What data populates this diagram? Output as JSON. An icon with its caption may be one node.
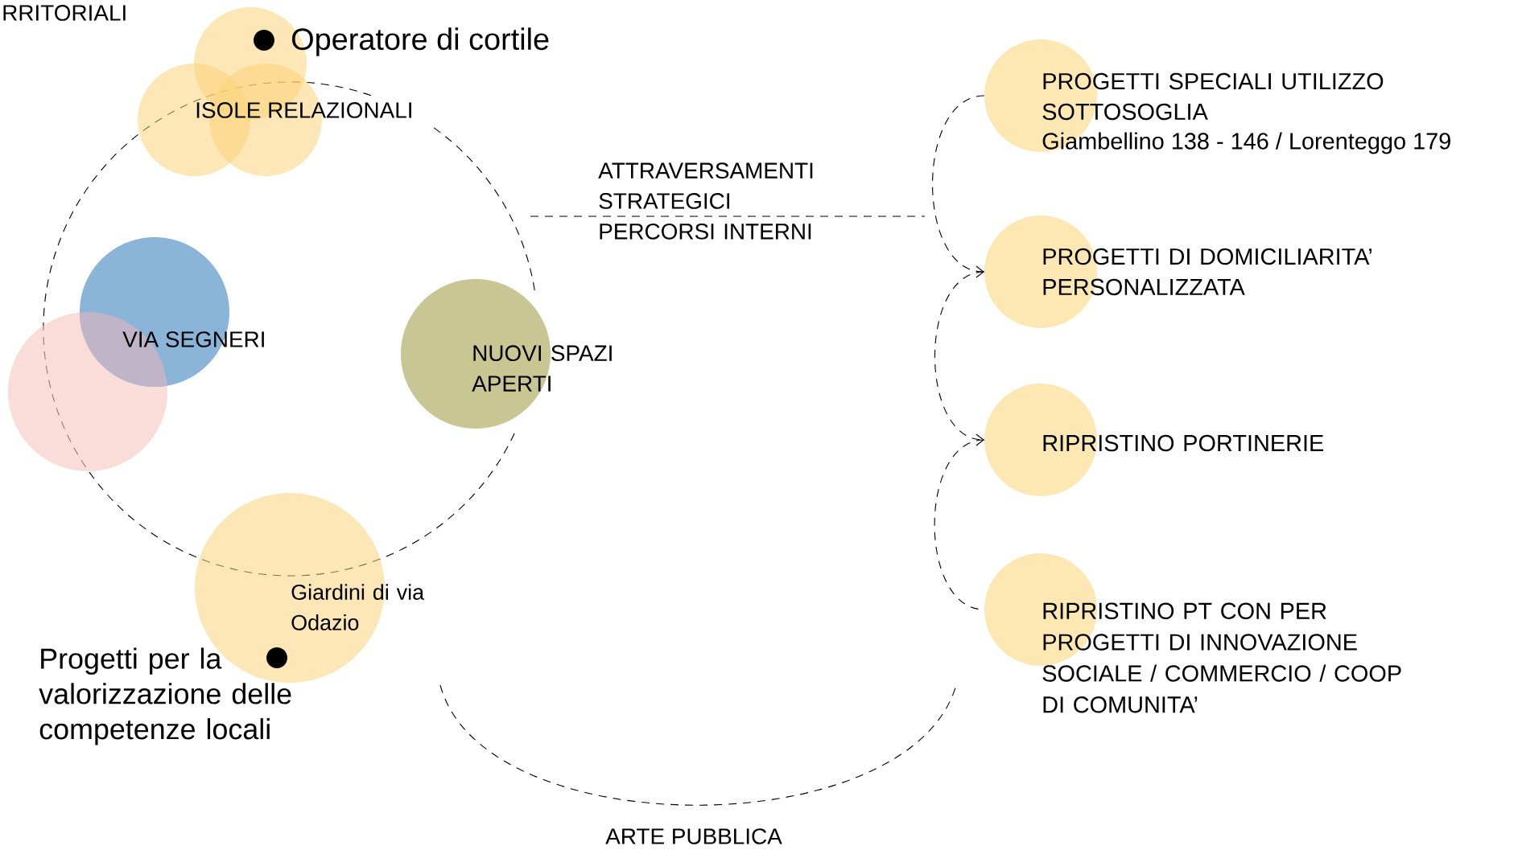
{
  "diagram": {
    "nodes": [
      {
        "text": [],
        "shape": "circle"
      },
      {
        "text": [],
        "shape": "circle"
      },
      {
        "text": [],
        "shape": "circle"
      },
      {
        "text": [
          "VIA SEGNERI"
        ]
      },
      {
        "text": [],
        "shape": "circle"
      },
      {
        "text": [
          "NUOVI SPAZI APERTI"
        ]
      },
      {
        "text": [
          "Giardini di via Odazio"
        ]
      },
      {
        "text": [
          "PROGETTI SPECIALI UTILIZZO SOTTOSOGLIA",
          "Giambellino 138 - 146 / Lorenteggo 179"
        ]
      },
      {
        "text": [
          "PROGETTI DI DOMICILIARITA’ PERSONALIZZATA"
        ]
      },
      {
        "text": [
          "RIPRISTINO PORTINERIE"
        ]
      },
      {
        "text": [
          "RIPRISTINO PT CON PER PROGETTI DI INNOVAZIONE SOCIALE / COMMERCIO / COOP DI COMUNITA’"
        ]
      }
    ],
    "edges": [
      {
        "from": 7,
        "to": 8,
        "arrow": "to"
      },
      {
        "from": 8,
        "to": 9,
        "arrow": "to"
      },
      {
        "from": 9,
        "to": 10,
        "arrow": "none"
      }
    ],
    "labels": [
      "RRITORIALI",
      "Operatore di cortile",
      "ISOLE RELAZIONALI",
      "ATTRAVERSAMENTI STRATEGICI PERCORSI INTERNI",
      "Progetti per la valorizzazione delle competenze locali",
      "ARTE PUBBLICA"
    ]
  }
}
